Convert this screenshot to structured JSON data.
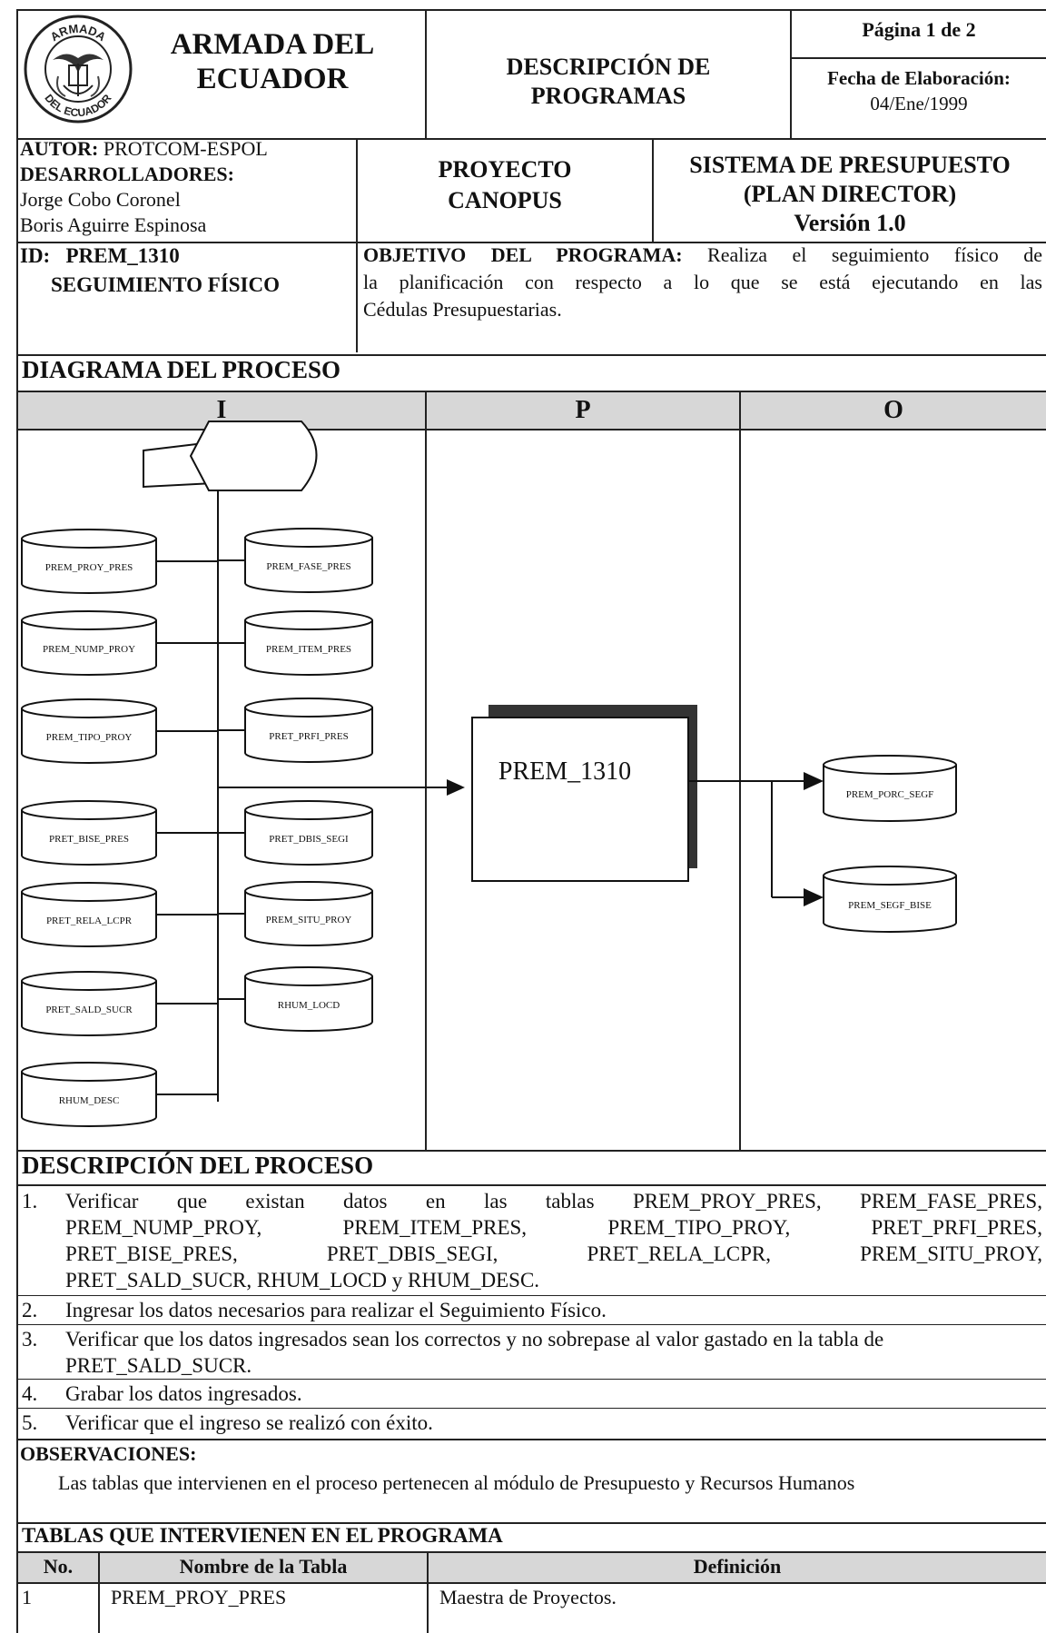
{
  "header": {
    "org_line1": "ARMADA DEL",
    "org_line2": "ECUADOR",
    "logo_arc_top": "ARMADA",
    "logo_arc_bottom": "DEL ECUADOR",
    "doc_title_line1": "DESCRIPCIÓN DE",
    "doc_title_line2": "PROGRAMAS",
    "page": "Página 1 de 2",
    "date_label": "Fecha de Elaboración:",
    "date_value": "04/Ene/1999"
  },
  "info": {
    "author_label": "AUTOR:",
    "author_value": "PROTCOM-ESPOL",
    "devs_label": "DESARROLLADORES:",
    "dev1": "Jorge Cobo Coronel",
    "dev2": "Boris Aguirre Espinosa",
    "project_line1": "PROYECTO",
    "project_line2": "CANOPUS",
    "system_line1": "SISTEMA DE PRESUPUESTO",
    "system_line2": "(PLAN DIRECTOR)",
    "system_line3": "Versión 1.0"
  },
  "id_block": {
    "id_label": "ID:",
    "id_value": "PREM_1310",
    "id_name": "SEGUIMIENTO FÍSICO",
    "objective_label": "OBJETIVO DEL PROGRAMA:",
    "objective_line1": "Realiza el seguimiento físico de",
    "objective_line2": "la planificación con respecto a lo que se está ejecutando en las",
    "objective_line3": "Cédulas Presupuestarias."
  },
  "diagram": {
    "title": "DIAGRAMA DEL PROCESO",
    "col_i": "I",
    "col_p": "P",
    "col_o": "O",
    "inputs_left": [
      "PREM_PROY_PRES",
      "PREM_NUMP_PROY",
      "PREM_TIPO_PROY",
      "PRET_BISE_PRES",
      "PRET_RELA_LCPR",
      "PRET_SALD_SUCR",
      "RHUM_DESC"
    ],
    "inputs_right": [
      "PREM_FASE_PRES",
      "PREM_ITEM_PRES",
      "PRET_PRFI_PRES",
      "PRET_DBIS_SEGI",
      "PREM_SITU_PROY",
      "RHUM_LOCD"
    ],
    "process": "PREM_1310",
    "outputs": [
      "PREM_PORC_SEGF",
      "PREM_SEGF_BISE"
    ]
  },
  "process_desc": {
    "title": "DESCRIPCIÓN DEL PROCESO",
    "step1_num": "1.",
    "step1_line1": [
      "Verificar",
      "que",
      "existan",
      "datos",
      "en",
      "las",
      "tablas",
      "PREM_PROY_PRES,",
      "PREM_FASE_PRES,"
    ],
    "step1_line2": [
      "PREM_NUMP_PROY,",
      "PREM_ITEM_PRES,",
      "PREM_TIPO_PROY,",
      "PRET_PRFI_PRES,"
    ],
    "step1_line3": [
      "PRET_BISE_PRES,",
      "PRET_DBIS_SEGI,",
      "PRET_RELA_LCPR,",
      "PREM_SITU_PROY,"
    ],
    "step1_line4": "PRET_SALD_SUCR, RHUM_LOCD y RHUM_DESC.",
    "step2_num": "2.",
    "step2": "Ingresar los datos necesarios para realizar el Seguimiento Físico.",
    "step3_num": "3.",
    "step3_line1": "Verificar  que los datos ingresados sean los correctos y no sobrepase al valor gastado en la tabla de",
    "step3_line2": "PRET_SALD_SUCR.",
    "step4_num": "4.",
    "step4": "Grabar los datos ingresados.",
    "step5_num": "5.",
    "step5": "Verificar que el ingreso se realizó con éxito."
  },
  "observations": {
    "title": "OBSERVACIONES:",
    "text": "Las tablas que intervienen en el proceso pertenecen al módulo de Presupuesto y Recursos Humanos"
  },
  "tables": {
    "title": "TABLAS QUE INTERVIENEN EN EL PROGRAMA",
    "col_no": "No.",
    "col_name": "Nombre de la Tabla",
    "col_def": "Definición",
    "rows": [
      {
        "no": "1",
        "name": "PREM_PROY_PRES",
        "def": "Maestra de Proyectos."
      }
    ]
  }
}
